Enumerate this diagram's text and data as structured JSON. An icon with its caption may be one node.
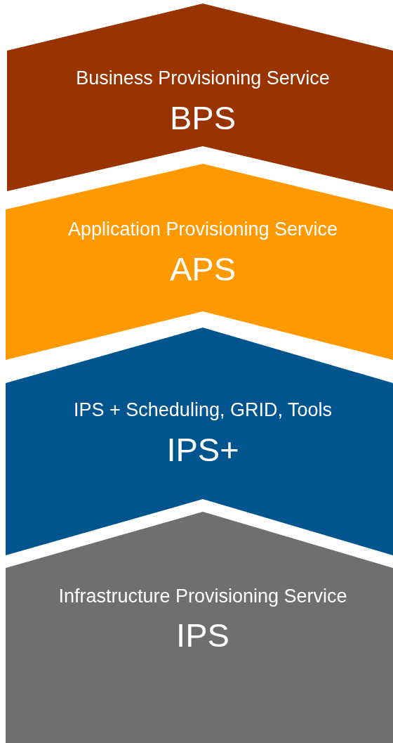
{
  "diagram": {
    "nodes": [
      {
        "text": [
          "Business Provisioning Service",
          "BPS"
        ]
      },
      {
        "text": [
          "Application Provisioning Service",
          "APS"
        ]
      },
      {
        "text": [
          "IPS + Scheduling, GRID, Tools",
          "IPS+"
        ]
      },
      {
        "text": [
          "Infrastructure Provisioning Service",
          "IPS"
        ]
      }
    ]
  }
}
